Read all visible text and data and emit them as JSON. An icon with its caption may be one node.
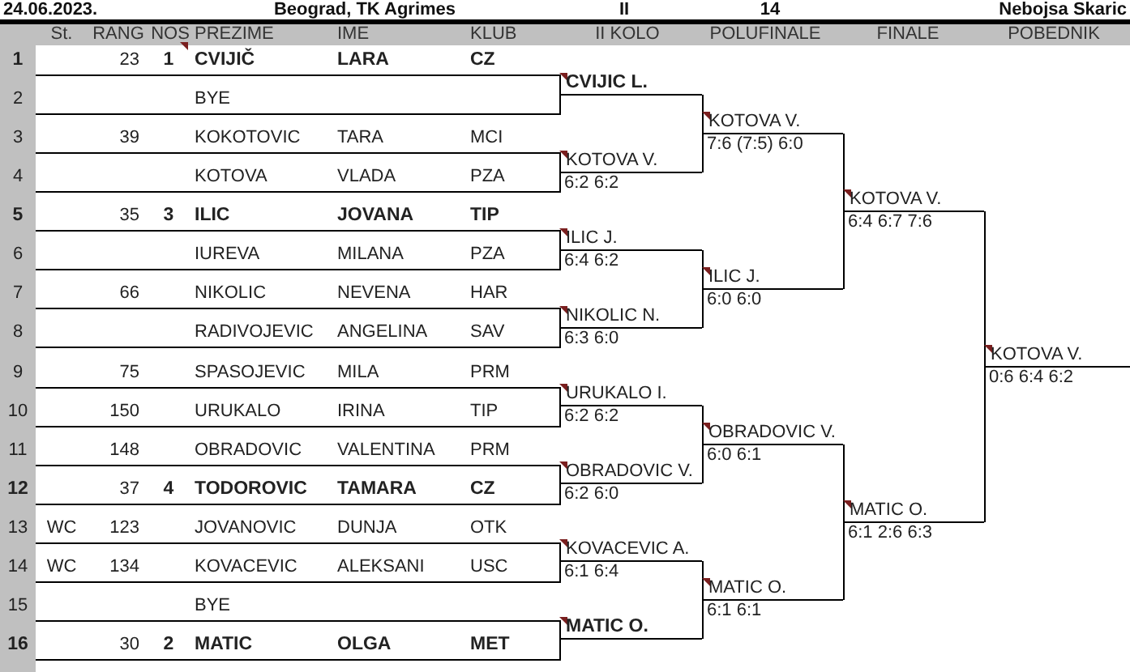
{
  "diagram": {
    "nodes": [
      {
        "text": [
          "1",
          "23",
          "1",
          "CVIJIČ",
          "LARA",
          "CZ"
        ]
      },
      {
        "text": [
          "2",
          "BYE"
        ]
      },
      {
        "text": [
          "3",
          "39",
          "KOKOTOVIC",
          "TARA",
          "MCI"
        ]
      },
      {
        "text": [
          "4",
          "KOTOVA",
          "VLADA",
          "PZA"
        ]
      },
      {
        "text": [
          "5",
          "35",
          "3",
          "ILIC",
          "JOVANA",
          "TIP"
        ]
      },
      {
        "text": [
          "6",
          "IUREVA",
          "MILANA",
          "PZA"
        ]
      },
      {
        "text": [
          "7",
          "66",
          "NIKOLIC",
          "NEVENA",
          "HAR"
        ]
      },
      {
        "text": [
          "8",
          "RADIVOJEVIC",
          "ANGELINA",
          "SAV"
        ]
      },
      {
        "text": [
          "9",
          "75",
          "SPASOJEVIC",
          "MILA",
          "PRM"
        ]
      },
      {
        "text": [
          "10",
          "150",
          "URUKALO",
          "IRINA",
          "TIP"
        ]
      },
      {
        "text": [
          "11",
          "148",
          "OBRADOVIC",
          "VALENTINA",
          "PRM"
        ]
      },
      {
        "text": [
          "12",
          "37",
          "4",
          "TODOROVIC",
          "TAMARA",
          "CZ"
        ]
      },
      {
        "text": [
          "13",
          "WC",
          "123",
          "JOVANOVIC",
          "DUNJA",
          "OTK"
        ]
      },
      {
        "text": [
          "14",
          "WC",
          "134",
          "KOVACEVIC",
          "ALEKSANI",
          "USC"
        ]
      },
      {
        "text": [
          "15",
          "BYE"
        ]
      },
      {
        "text": [
          "16",
          "30",
          "2",
          "MATIC",
          "OLGA",
          "MET"
        ]
      },
      {
        "text": [
          "CVIJIC L."
        ]
      },
      {
        "text": [
          "KOTOVA V.",
          "6:2 6:2"
        ]
      },
      {
        "text": [
          "ILIC J.",
          "6:4 6:2"
        ]
      },
      {
        "text": [
          "NIKOLIC N.",
          "6:3 6:0"
        ]
      },
      {
        "text": [
          "URUKALO I.",
          "6:2 6:2"
        ]
      },
      {
        "text": [
          "OBRADOVIC V.",
          "6:2 6:0"
        ]
      },
      {
        "text": [
          "KOVACEVIC A.",
          "6:1 6:4"
        ]
      },
      {
        "text": [
          "MATIC O."
        ]
      },
      {
        "text": [
          "KOTOVA V.",
          "7:6 (7:5) 6:0"
        ]
      },
      {
        "text": [
          "ILIC J.",
          "6:0 6:0"
        ]
      },
      {
        "text": [
          "OBRADOVIC V.",
          "6:0 6:1"
        ]
      },
      {
        "text": [
          "MATIC O.",
          "6:1 6:1"
        ]
      },
      {
        "text": [
          "KOTOVA V.",
          "6:4 6:7 7:6"
        ]
      },
      {
        "text": [
          "MATIC O.",
          "6:1 2:6 6:3"
        ]
      },
      {
        "text": [
          "KOTOVA V.",
          "0:6 6:4 6:2"
        ]
      }
    ],
    "edges": [
      {
        "from": 0,
        "to": 16,
        "arrow": "none"
      },
      {
        "from": 1,
        "to": 16,
        "arrow": "none"
      },
      {
        "from": 2,
        "to": 17,
        "arrow": "none"
      },
      {
        "from": 3,
        "to": 17,
        "arrow": "none"
      },
      {
        "from": 4,
        "to": 18,
        "arrow": "none"
      },
      {
        "from": 5,
        "to": 18,
        "arrow": "none"
      },
      {
        "from": 6,
        "to": 19,
        "arrow": "none"
      },
      {
        "from": 7,
        "to": 19,
        "arrow": "none"
      },
      {
        "from": 8,
        "to": 20,
        "arrow": "none"
      },
      {
        "from": 9,
        "to": 20,
        "arrow": "none"
      },
      {
        "from": 10,
        "to": 21,
        "arrow": "none"
      },
      {
        "from": 11,
        "to": 21,
        "arrow": "none"
      },
      {
        "from": 12,
        "to": 22,
        "arrow": "none"
      },
      {
        "from": 13,
        "to": 22,
        "arrow": "none"
      },
      {
        "from": 14,
        "to": 23,
        "arrow": "none"
      },
      {
        "from": 15,
        "to": 23,
        "arrow": "none"
      },
      {
        "from": 16,
        "to": 24,
        "arrow": "none"
      },
      {
        "from": 17,
        "to": 24,
        "arrow": "none"
      },
      {
        "from": 18,
        "to": 25,
        "arrow": "none"
      },
      {
        "from": 19,
        "to": 25,
        "arrow": "none"
      },
      {
        "from": 20,
        "to": 26,
        "arrow": "none"
      },
      {
        "from": 21,
        "to": 26,
        "arrow": "none"
      },
      {
        "from": 22,
        "to": 27,
        "arrow": "none"
      },
      {
        "from": 23,
        "to": 27,
        "arrow": "none"
      },
      {
        "from": 24,
        "to": 28,
        "arrow": "none"
      },
      {
        "from": 25,
        "to": 28,
        "arrow": "none"
      },
      {
        "from": 26,
        "to": 29,
        "arrow": "none"
      },
      {
        "from": 27,
        "to": 29,
        "arrow": "none"
      },
      {
        "from": 28,
        "to": 30,
        "arrow": "none"
      },
      {
        "from": 29,
        "to": 30,
        "arrow": "none"
      }
    ],
    "labels": [
      "24.06.2023.",
      "Beograd, TK Agrimes",
      "II",
      "14",
      "Nebojsa Skaric",
      "St.",
      "RANG",
      "NOS",
      "PREZIME",
      "IME",
      "KLUB",
      "II KOLO",
      "POLUFINALE",
      "FINALE",
      "POBEDNIK"
    ]
  }
}
